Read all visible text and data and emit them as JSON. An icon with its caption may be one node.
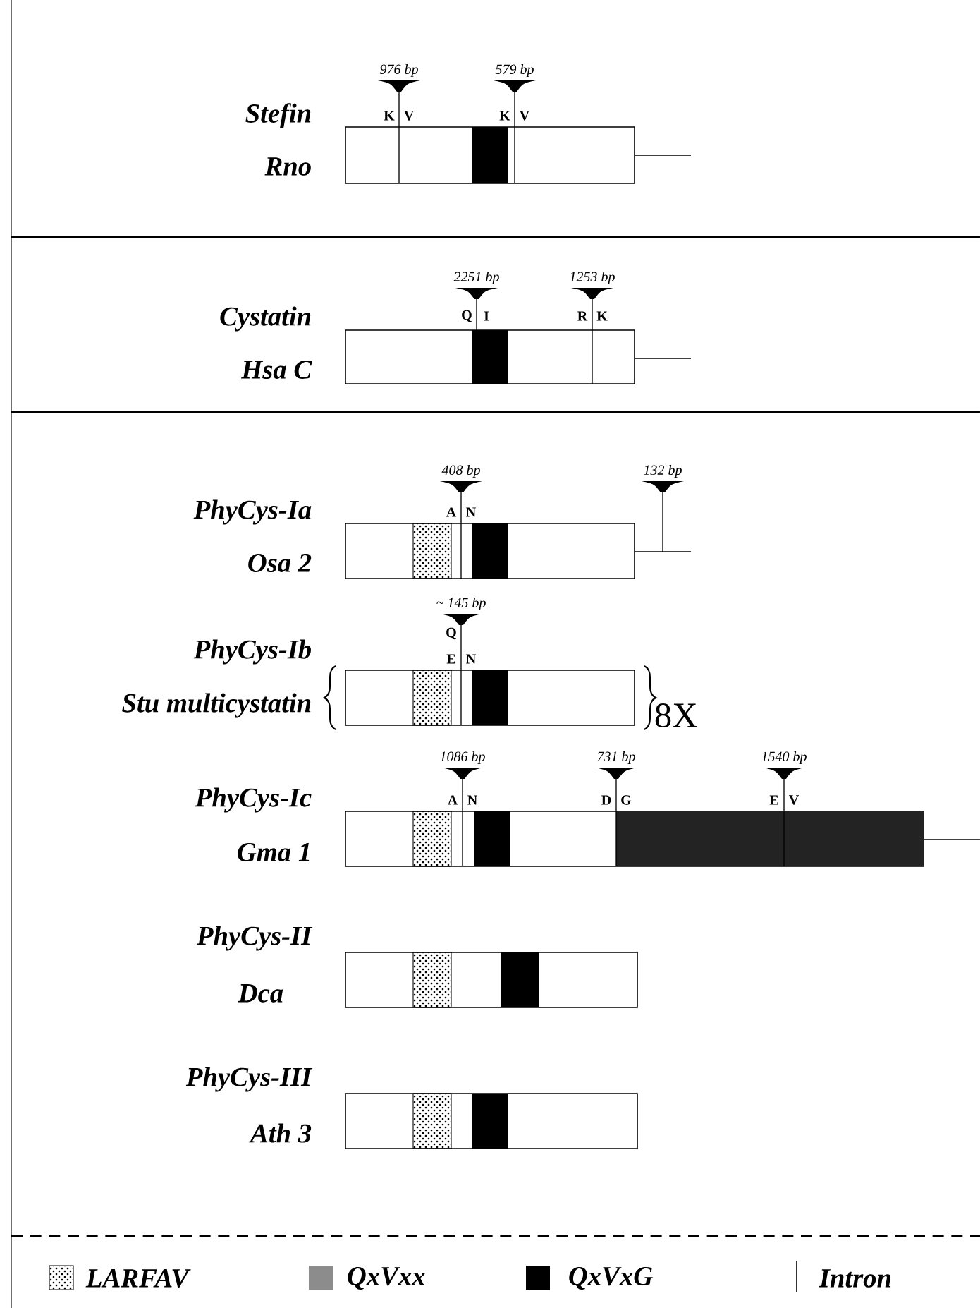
{
  "diagram": {
    "labels": [
      "976 bp",
      "579 bp",
      "Stefin",
      "K",
      "V",
      "K",
      "V",
      "Rno",
      "2251 bp",
      "1253 bp",
      "Cystatin",
      "Q",
      "I",
      "R",
      "K",
      "Hsa C",
      "408 bp",
      "132 bp",
      "PhyCys-Ia",
      "A",
      "N",
      "Osa 2",
      "~ 145 bp",
      "Q",
      "PhyCys-Ib",
      "E",
      "N",
      "Stu multicystatin",
      "8X",
      "1086 bp",
      "731 bp",
      "1540 bp",
      "PhyCys-Ic",
      "A",
      "N",
      "D",
      "G",
      "E",
      "V",
      "Gma 1",
      "PhyCys-II",
      "Dca",
      "PhyCys-III",
      "Ath 3"
    ],
    "legend": [
      {
        "text": "LARFAV"
      },
      {
        "text": "QxVxx",
        "color": "#8c8c8c"
      },
      {
        "text": "QxVxG",
        "color": "#000000"
      },
      {
        "text": "Intron"
      }
    ]
  }
}
